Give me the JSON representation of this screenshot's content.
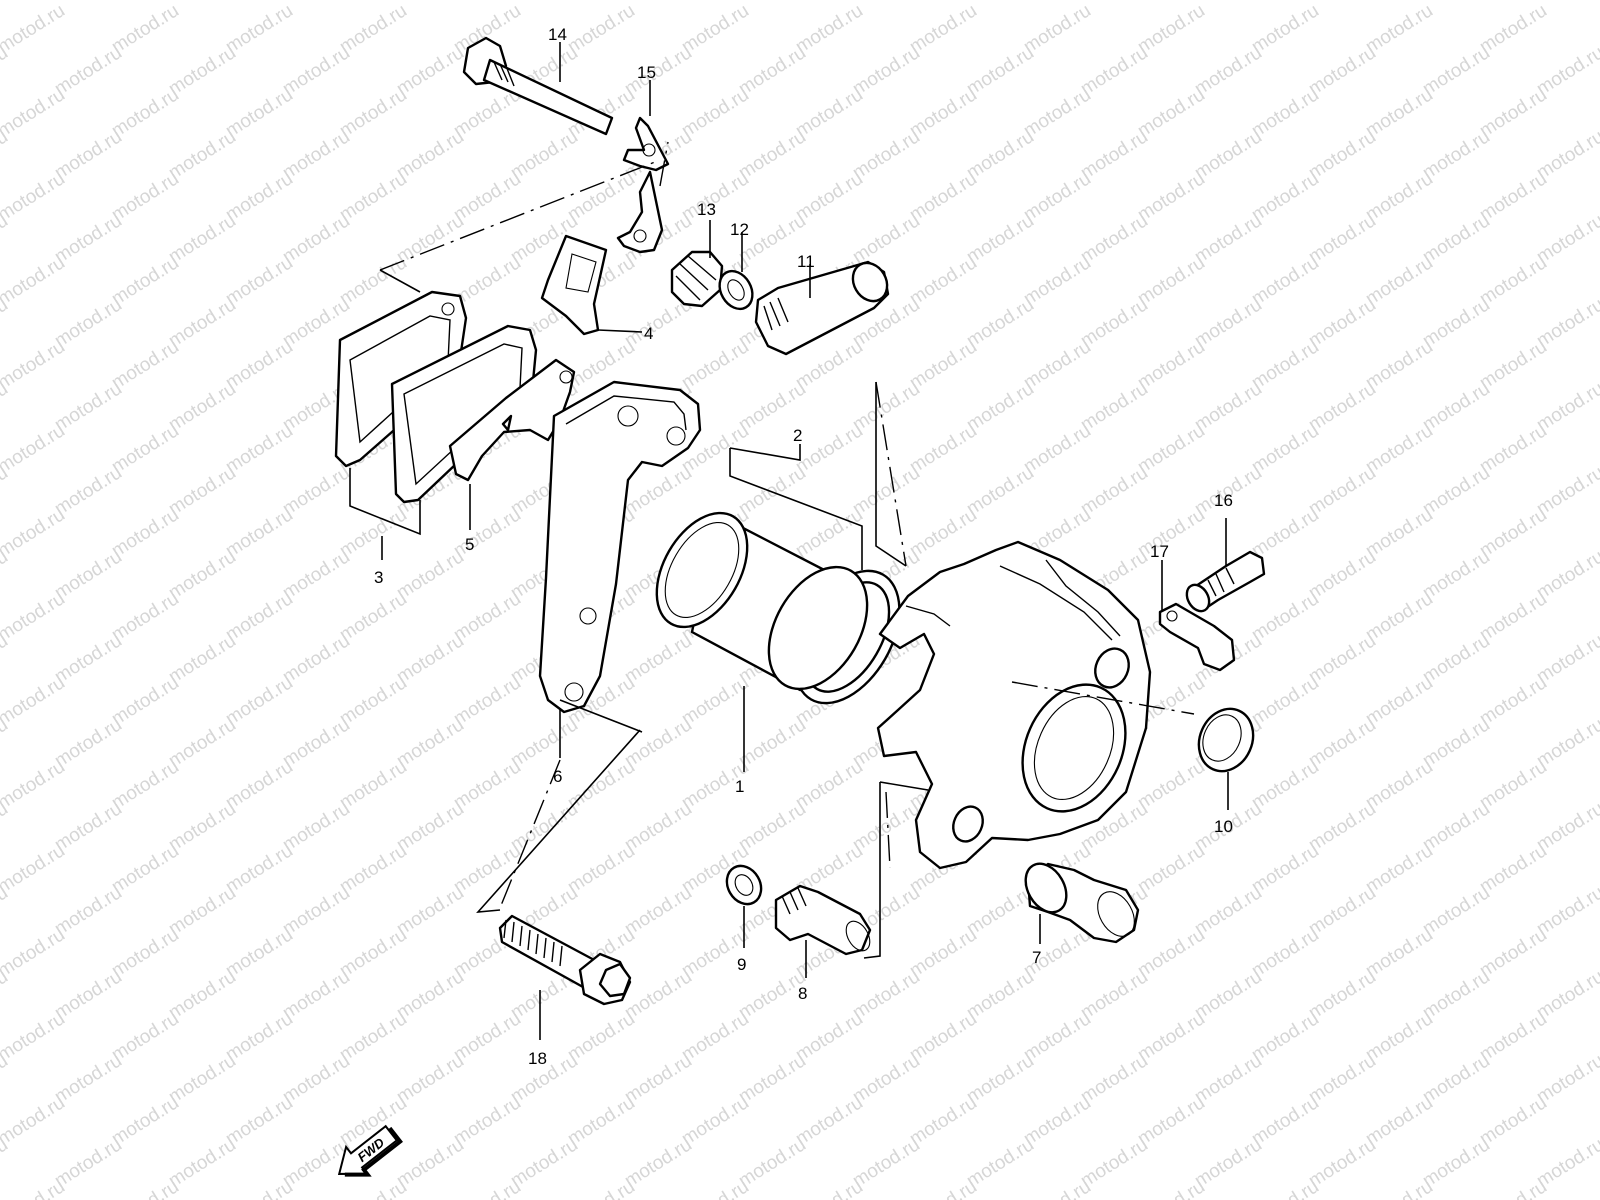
{
  "watermark": {
    "text": "motod.ru"
  },
  "callouts": [
    {
      "id": "1",
      "label": "1"
    },
    {
      "id": "2",
      "label": "2"
    },
    {
      "id": "3",
      "label": "3"
    },
    {
      "id": "4",
      "label": "4"
    },
    {
      "id": "5",
      "label": "5"
    },
    {
      "id": "6",
      "label": "6"
    },
    {
      "id": "7",
      "label": "7"
    },
    {
      "id": "8",
      "label": "8"
    },
    {
      "id": "9",
      "label": "9"
    },
    {
      "id": "10",
      "label": "10"
    },
    {
      "id": "11",
      "label": "11"
    },
    {
      "id": "12",
      "label": "12"
    },
    {
      "id": "13",
      "label": "13"
    },
    {
      "id": "14",
      "label": "14"
    },
    {
      "id": "15",
      "label": "15"
    },
    {
      "id": "16",
      "label": "16"
    },
    {
      "id": "17",
      "label": "17"
    },
    {
      "id": "18",
      "label": "18"
    }
  ],
  "direction_marker": {
    "label": "FWD",
    "icon": "fwd-arrow-icon"
  }
}
